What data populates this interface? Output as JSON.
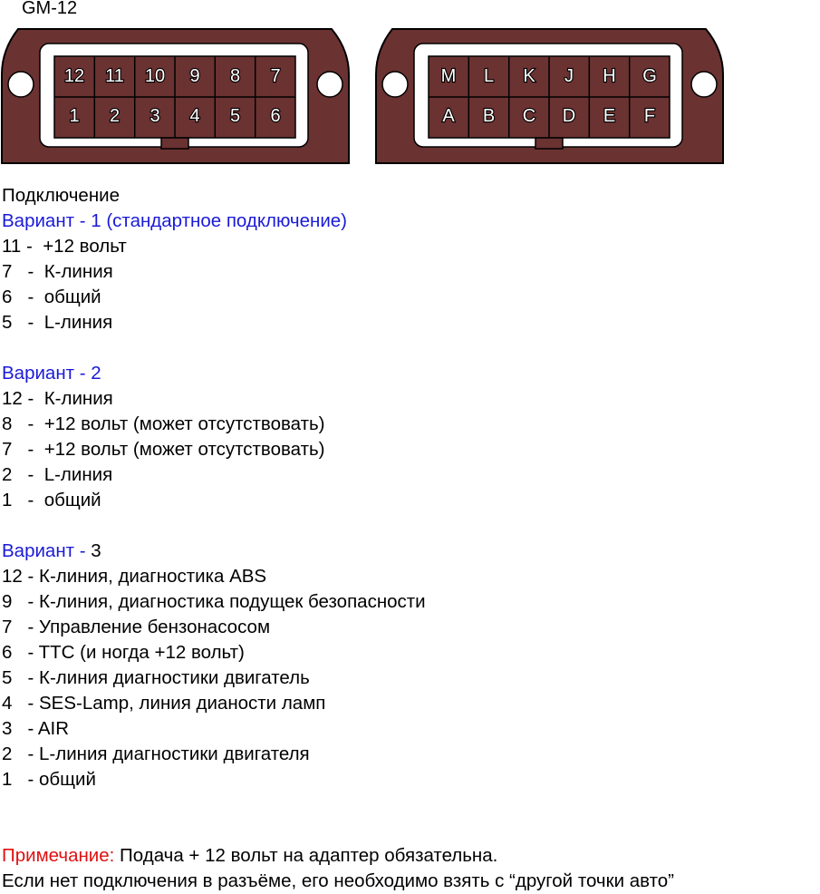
{
  "title": "GM-12",
  "colors": {
    "housing": "#6b3232",
    "outline": "#000000",
    "frame": "#ffffff",
    "variant_heading": "#1a1ad8",
    "note_label": "#e01010"
  },
  "connectors": {
    "numeric": {
      "top_row": [
        "12",
        "11",
        "10",
        "9",
        "8",
        "7"
      ],
      "bottom_row": [
        "1",
        "2",
        "3",
        "4",
        "5",
        "6"
      ]
    },
    "lettered": {
      "top_row": [
        "M",
        "L",
        "K",
        "J",
        "H",
        "G"
      ],
      "bottom_row": [
        "A",
        "B",
        "C",
        "D",
        "E",
        "F"
      ]
    }
  },
  "connection": {
    "heading": "Подключение",
    "variant1": {
      "heading": "Вариант - 1 (стандартное подключение)",
      "lines": [
        "11 -  +12 вольт",
        "7   -  К-линия",
        "6   -  общий",
        "5   -  L-линия"
      ]
    },
    "variant2": {
      "heading": "Вариант - 2",
      "lines": [
        "12 -  К-линия",
        "8   -  +12 вольт (может отсутствовать)",
        "7   -  +12 вольт (может отсутствовать)",
        "2   -  L-линия",
        "1   -  общий"
      ]
    },
    "variant3": {
      "heading": "Вариант - ",
      "heading_number": "3",
      "lines": [
        "12 - К-линия, диагностика ABS",
        "9   - К-линия, диагностика подущек безопасности",
        "7   - Управление бензонасосом",
        "6   - TTC (и ногда +12 вольт)",
        "5   - К-линия диагностики двигатель",
        "4   - SES-Lamp, линия дианости ламп",
        "3   - AIR",
        "2   - L-линия диагностики двигателя",
        "1   - общий"
      ]
    }
  },
  "note": {
    "label": "Примечание:",
    "text": " Подача + 12 вольт на адаптер обязательна.",
    "line2": "Если нет подключения в разъёме, его необходимо взять с “другой точки авто”"
  }
}
